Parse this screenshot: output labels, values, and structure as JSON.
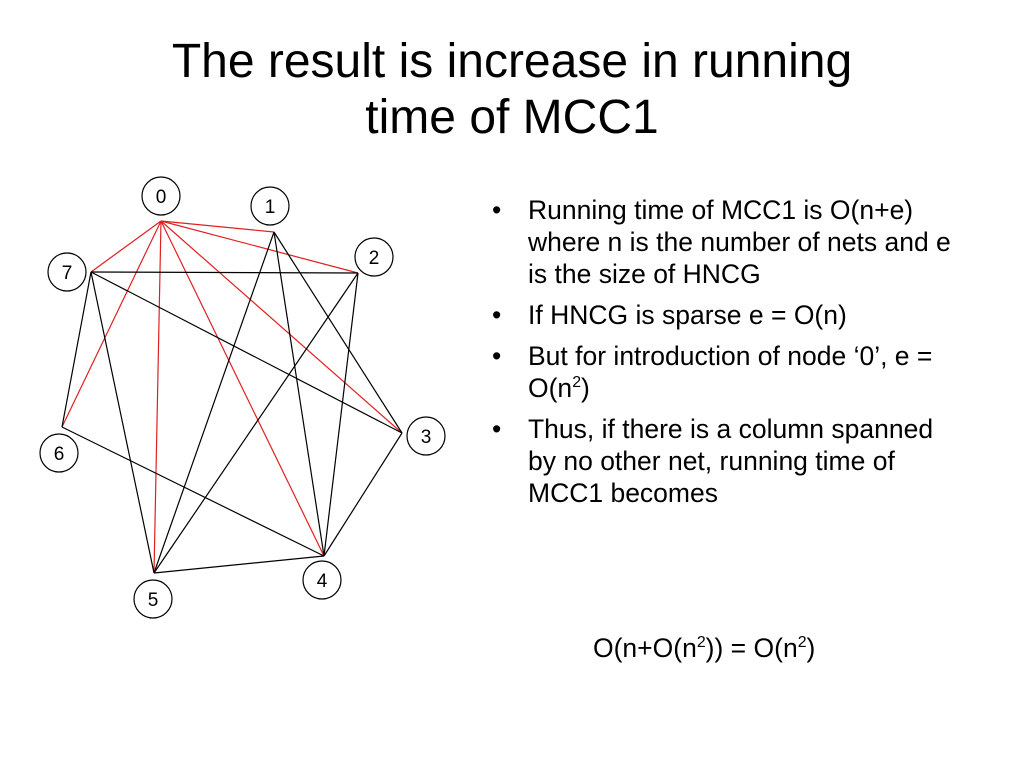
{
  "title": {
    "line1": "The result is increase in running",
    "line2": "time of MCC1"
  },
  "graph": {
    "nodes": [
      {
        "id": 0,
        "label": "0"
      },
      {
        "id": 1,
        "label": "1"
      },
      {
        "id": 2,
        "label": "2"
      },
      {
        "id": 3,
        "label": "3"
      },
      {
        "id": 4,
        "label": "4"
      },
      {
        "id": 5,
        "label": "5"
      },
      {
        "id": 6,
        "label": "6"
      },
      {
        "id": 7,
        "label": "7"
      }
    ],
    "edges": [
      {
        "from": 0,
        "to": 1,
        "color": "#e02020"
      },
      {
        "from": 0,
        "to": 2,
        "color": "#e02020"
      },
      {
        "from": 0,
        "to": 3,
        "color": "#e02020"
      },
      {
        "from": 0,
        "to": 4,
        "color": "#e02020"
      },
      {
        "from": 0,
        "to": 5,
        "color": "#e02020"
      },
      {
        "from": 0,
        "to": 6,
        "color": "#e02020"
      },
      {
        "from": 0,
        "to": 7,
        "color": "#e02020"
      },
      {
        "from": 7,
        "to": 2,
        "color": "#000000"
      },
      {
        "from": 7,
        "to": 3,
        "color": "#000000"
      },
      {
        "from": 7,
        "to": 6,
        "color": "#000000"
      },
      {
        "from": 7,
        "to": 5,
        "color": "#000000"
      },
      {
        "from": 1,
        "to": 3,
        "color": "#000000"
      },
      {
        "from": 1,
        "to": 4,
        "color": "#000000"
      },
      {
        "from": 1,
        "to": 5,
        "color": "#000000"
      },
      {
        "from": 2,
        "to": 4,
        "color": "#000000"
      },
      {
        "from": 2,
        "to": 5,
        "color": "#000000"
      },
      {
        "from": 3,
        "to": 4,
        "color": "#000000"
      },
      {
        "from": 6,
        "to": 4,
        "color": "#000000"
      },
      {
        "from": 5,
        "to": 4,
        "color": "#000000"
      }
    ]
  },
  "bullets": [
    {
      "parts": [
        {
          "t": "Running time of MCC1 is O(n+e) where n is the number of nets and e is the size of HNCG"
        }
      ]
    },
    {
      "parts": [
        {
          "t": "If HNCG is sparse e = O(n)"
        }
      ]
    },
    {
      "parts": [
        {
          "t": "But for introduction of node ‘0’, e = O(n"
        },
        {
          "t": "2",
          "sup": true
        },
        {
          "t": ")"
        }
      ]
    },
    {
      "parts": [
        {
          "t": "Thus, if there is a column spanned by no other net, running time of MCC1 becomes"
        }
      ]
    }
  ],
  "formula": [
    {
      "t": "O(n+O(n"
    },
    {
      "t": "2",
      "sup": true
    },
    {
      "t": ")) = O(n"
    },
    {
      "t": "2",
      "sup": true
    },
    {
      "t": ")"
    }
  ]
}
